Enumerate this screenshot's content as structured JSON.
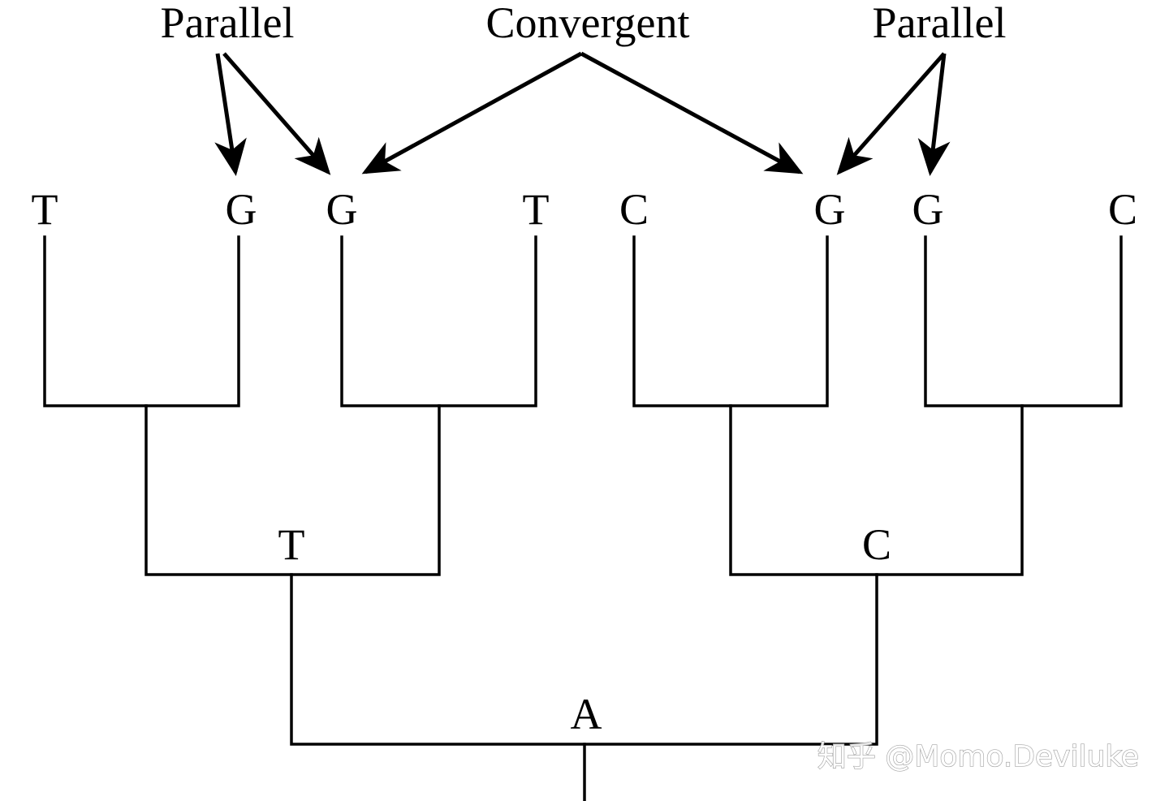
{
  "annotations": {
    "left": "Parallel",
    "center": "Convergent",
    "right": "Parallel"
  },
  "tips": [
    "T",
    "G",
    "G",
    "T",
    "C",
    "G",
    "G",
    "C"
  ],
  "internal_nodes": {
    "left_clade": "T",
    "right_clade": "C",
    "root": "A"
  },
  "watermark": "知乎 @Momo.Deviluke"
}
